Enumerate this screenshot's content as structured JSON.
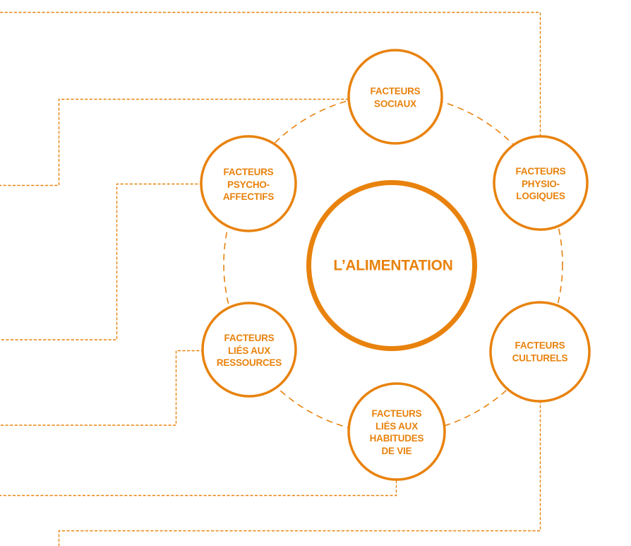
{
  "diagram": {
    "title": "L'ALIMENTATION factors diagram",
    "colors": {
      "accent": "#E8820D",
      "background": "#FFFFFF"
    },
    "center": {
      "label": "L’ALIMENTATION"
    },
    "satellites": [
      {
        "id": "facteurs-sociaux",
        "lines": [
          "FACTEURS",
          "SOCIAUX"
        ]
      },
      {
        "id": "facteurs-physiologiques",
        "lines": [
          "FACTEURS",
          "PHYSIO-",
          "LOGIQUES"
        ]
      },
      {
        "id": "facteurs-culturels",
        "lines": [
          "FACTEURS",
          "CULTURELS"
        ]
      },
      {
        "id": "facteurs-habitudes-de-vie",
        "lines": [
          "FACTEURS",
          "LIÉS AUX",
          "HABITUDES",
          "DE VIE"
        ]
      },
      {
        "id": "facteurs-ressources",
        "lines": [
          "FACTEURS",
          "LIÉS AUX",
          "RESSOURCES"
        ]
      },
      {
        "id": "facteurs-psycho-affectifs",
        "lines": [
          "FACTEURS",
          "PSYCHO-",
          "AFFECTIFS"
        ]
      }
    ]
  }
}
